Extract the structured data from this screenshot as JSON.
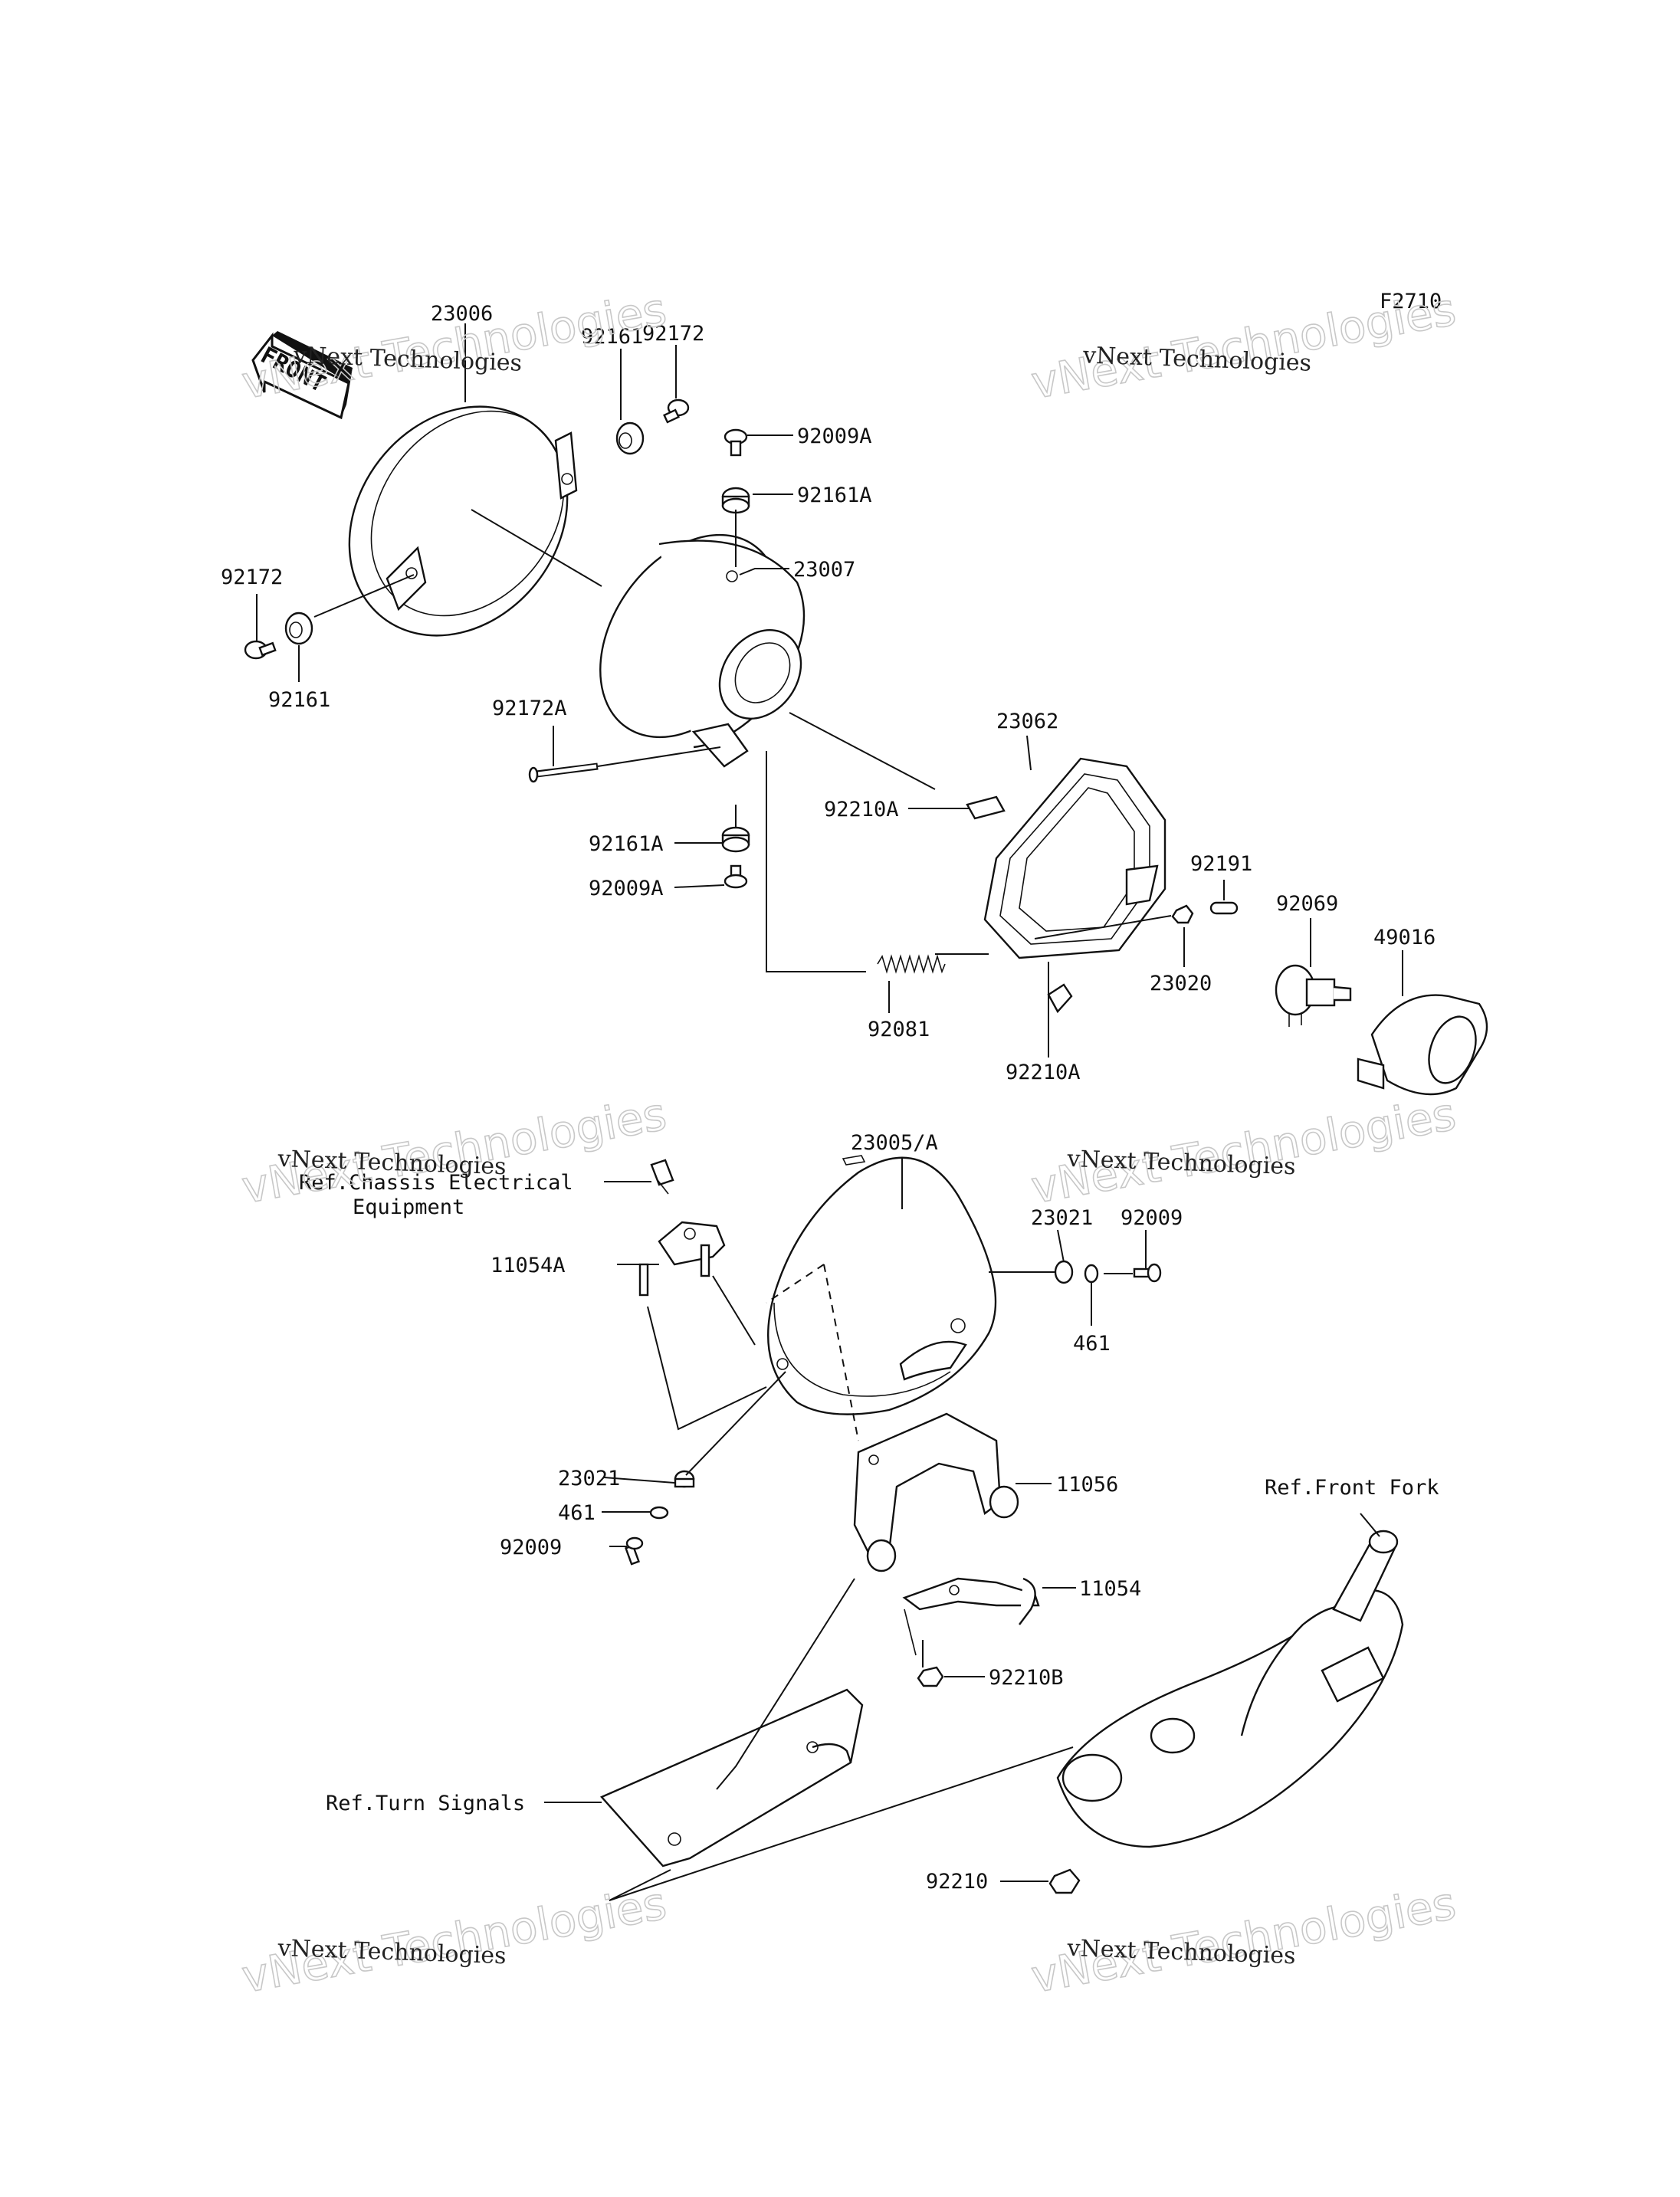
{
  "figure_code": "F2710",
  "front_arrow_label": "FRONT",
  "watermarks": [
    {
      "line1": "vNext Technologies",
      "line2": "vNext Technologies"
    },
    {
      "line1": "vNext Technologies",
      "line2": "vNext Technologies"
    },
    {
      "line1": "vNext Technologies",
      "line2": "vNext Technologies"
    },
    {
      "line1": "vNext Technologies",
      "line2": "vNext Technologies"
    },
    {
      "line1": "vNext Technologies",
      "line2": "vNext Technologies"
    },
    {
      "line1": "vNext Technologies",
      "line2": "vNext Technologies"
    }
  ],
  "labels": {
    "p23006": "23006",
    "p92172_top": "92172",
    "p92161_top": "92161",
    "p92009A_top": "92009A",
    "p92161A_top": "92161A",
    "p23007": "23007",
    "p92172_left": "92172",
    "p92161_left": "92161",
    "p92172A": "92172A",
    "p23062": "23062",
    "p92210A_upper": "92210A",
    "p92161A_mid": "92161A",
    "p92009A_mid": "92009A",
    "p92191": "92191",
    "p92069": "92069",
    "p49016": "49016",
    "p23020": "23020",
    "p92081": "92081",
    "p92210A_lower": "92210A",
    "p23005A": "23005/A",
    "p23021_right": "23021",
    "p92009_right": "92009",
    "p461_right": "461",
    "p11054A": "11054A",
    "p23021_left": "23021",
    "p461_left": "461",
    "p92009_left": "92009",
    "p11056": "11056",
    "p11054": "11054",
    "p92210B": "92210B",
    "p92210": "92210"
  },
  "references": {
    "chassis_line1": "Ref.Chassis Electrical",
    "chassis_line2": "Equipment",
    "front_fork": "Ref.Front Fork",
    "turn_signals": "Ref.Turn Signals"
  }
}
